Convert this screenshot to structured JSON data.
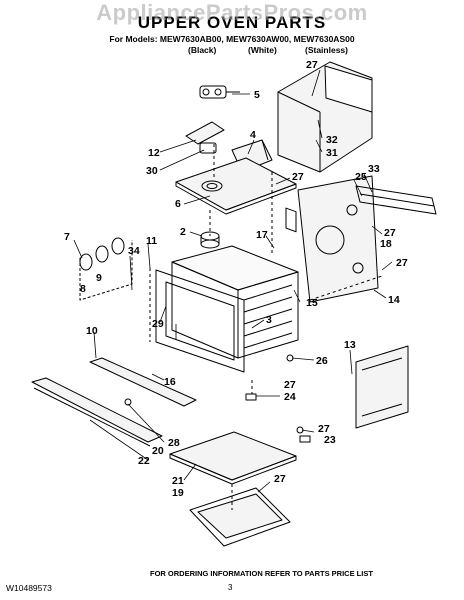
{
  "watermark": "AppliancePartsPros.com",
  "title": "UPPER OVEN PARTS",
  "models_line": "For Models: MEW7630AB00, MEW7630AW00, MEW7630AS00",
  "finishes": [
    "(Black)",
    "(White)",
    "(Stainless)"
  ],
  "part_labels": [
    "5",
    "27",
    "4",
    "32",
    "31",
    "12",
    "30",
    "27",
    "33",
    "25",
    "6",
    "2",
    "17",
    "27",
    "18",
    "7",
    "11",
    "34",
    "9",
    "8",
    "27",
    "14",
    "15",
    "29",
    "3",
    "10",
    "13",
    "26",
    "16",
    "27",
    "24",
    "28",
    "20",
    "22",
    "27",
    "23",
    "21",
    "19",
    "27"
  ],
  "footer": {
    "order_note": "FOR ORDERING INFORMATION REFER TO PARTS PRICE LIST",
    "doc_number": "W10489573",
    "page_number": "3"
  },
  "colors": {
    "ink": "#000000",
    "watermark": "#a0a0a0",
    "panel_fill": "#f4f4f4"
  }
}
